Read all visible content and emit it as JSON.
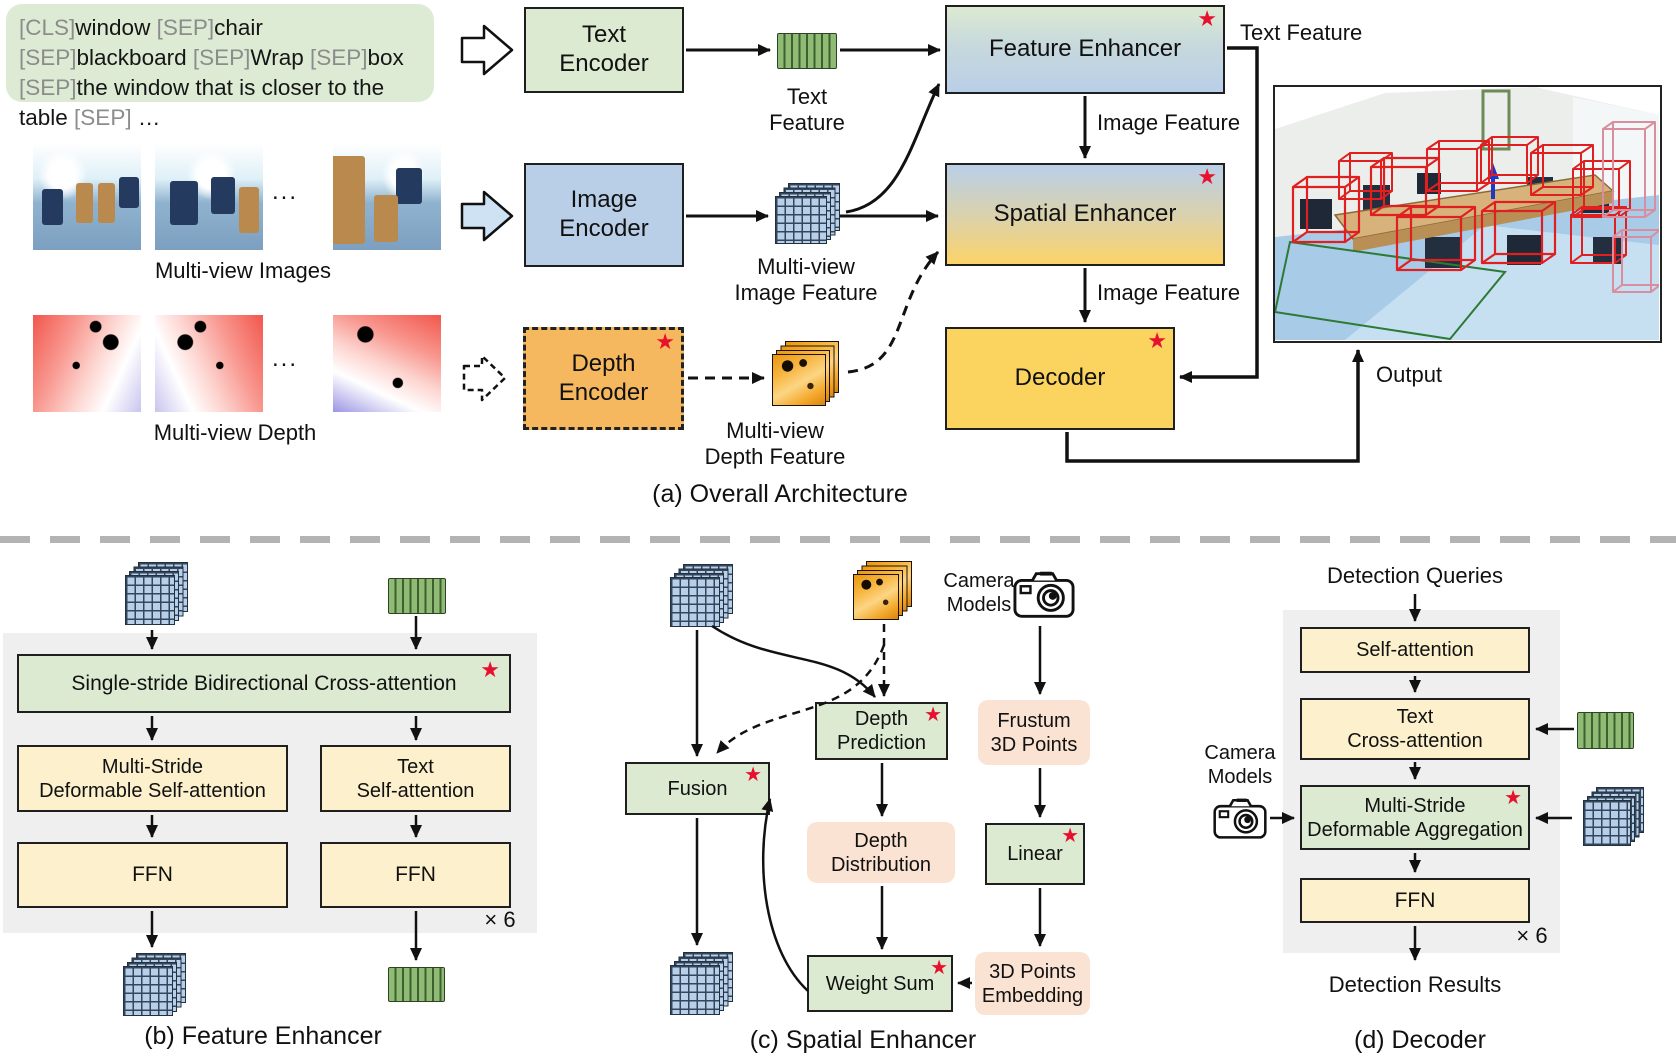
{
  "icons": {
    "star": "★",
    "dots": "..."
  },
  "palette": {
    "green_box": "#dcead2",
    "blue_box": "#b9cfe8",
    "gold_box": "#fbd35f",
    "orange_box": "#f6b85e",
    "cream_box": "#fdf1cd",
    "peach_box": "#fbe3d3",
    "panel_gray": "#efefef",
    "star_red": "#e8112d",
    "arrow_black": "#111111",
    "muted_token_gray": "#8c8c8c",
    "divider_gray": "#b3b3b3",
    "text_feature_green": "#8fbb75",
    "image_feature_blue": "#b8cfe9",
    "depth_feature_orange": "#f7b53f",
    "scene_box_red": "#e02020",
    "scene_box_pink": "#d98ea0"
  },
  "panel_a": {
    "caption": "(a) Overall Architecture",
    "prompt": {
      "tokens": [
        {
          "text": "[CLS]",
          "muted": true
        },
        {
          "text": "window ",
          "muted": false
        },
        {
          "text": "[SEP]",
          "muted": true
        },
        {
          "text": "chair ",
          "muted": false
        },
        {
          "text": "[SEP]",
          "muted": true
        },
        {
          "text": "blackboard ",
          "muted": false
        },
        {
          "text": "[SEP]",
          "muted": true
        },
        {
          "text": "Wrap ",
          "muted": false
        },
        {
          "text": "[SEP]",
          "muted": true
        },
        {
          "text": "box ",
          "muted": false
        },
        {
          "text": "[SEP]",
          "muted": true
        },
        {
          "text": "the window that is closer to the table ",
          "muted": false
        },
        {
          "text": "[SEP]",
          "muted": true
        },
        {
          "text": " …",
          "muted": false
        }
      ]
    },
    "blocks": {
      "text_encoder": "Text\nEncoder",
      "image_encoder": "Image\nEncoder",
      "depth_encoder": "Depth\nEncoder",
      "feature_enhancer": "Feature Enhancer",
      "spatial_enhancer": "Spatial Enhancer",
      "decoder": "Decoder"
    },
    "labels": {
      "text_feature_small": "Text\nFeature",
      "mv_images": "Multi-view Images",
      "mv_depth": "Multi-view Depth",
      "mv_image_feature": "Multi-view\nImage Feature",
      "mv_depth_feature": "Multi-view\nDepth Feature",
      "image_feature_top": "Image Feature",
      "image_feature_mid": "Image Feature",
      "text_feature_right": "Text Feature",
      "output": "Output"
    }
  },
  "panel_b": {
    "caption": "(b) Feature Enhancer",
    "blocks": {
      "cross_attention": "Single-stride Bidirectional Cross-attention",
      "ms_dsa": "Multi-Stride\nDeformable Self-attention",
      "text_sa": "Text\nSelf-attention",
      "ffn_left": "FFN",
      "ffn_right": "FFN"
    },
    "repeat": "× 6"
  },
  "panel_c": {
    "caption": "(c) Spatial Enhancer",
    "blocks": {
      "depth_prediction": "Depth\nPrediction",
      "fusion": "Fusion",
      "depth_distribution": "Depth\nDistribution",
      "frustum_points": "Frustum\n3D Points",
      "linear": "Linear",
      "weight_sum": "Weight Sum",
      "points_embedding": "3D Points\nEmbedding"
    },
    "labels": {
      "camera_models": "Camera\nModels"
    }
  },
  "panel_d": {
    "caption": "(d) Decoder",
    "labels": {
      "detection_queries": "Detection Queries",
      "detection_results": "Detection Results",
      "camera_models": "Camera\nModels"
    },
    "blocks": {
      "self_attention": "Self-attention",
      "text_cross_attention": "Text\nCross-attention",
      "ms_da": "Multi-Stride\nDeformable Aggregation",
      "ffn": "FFN"
    },
    "repeat": "× 6"
  }
}
